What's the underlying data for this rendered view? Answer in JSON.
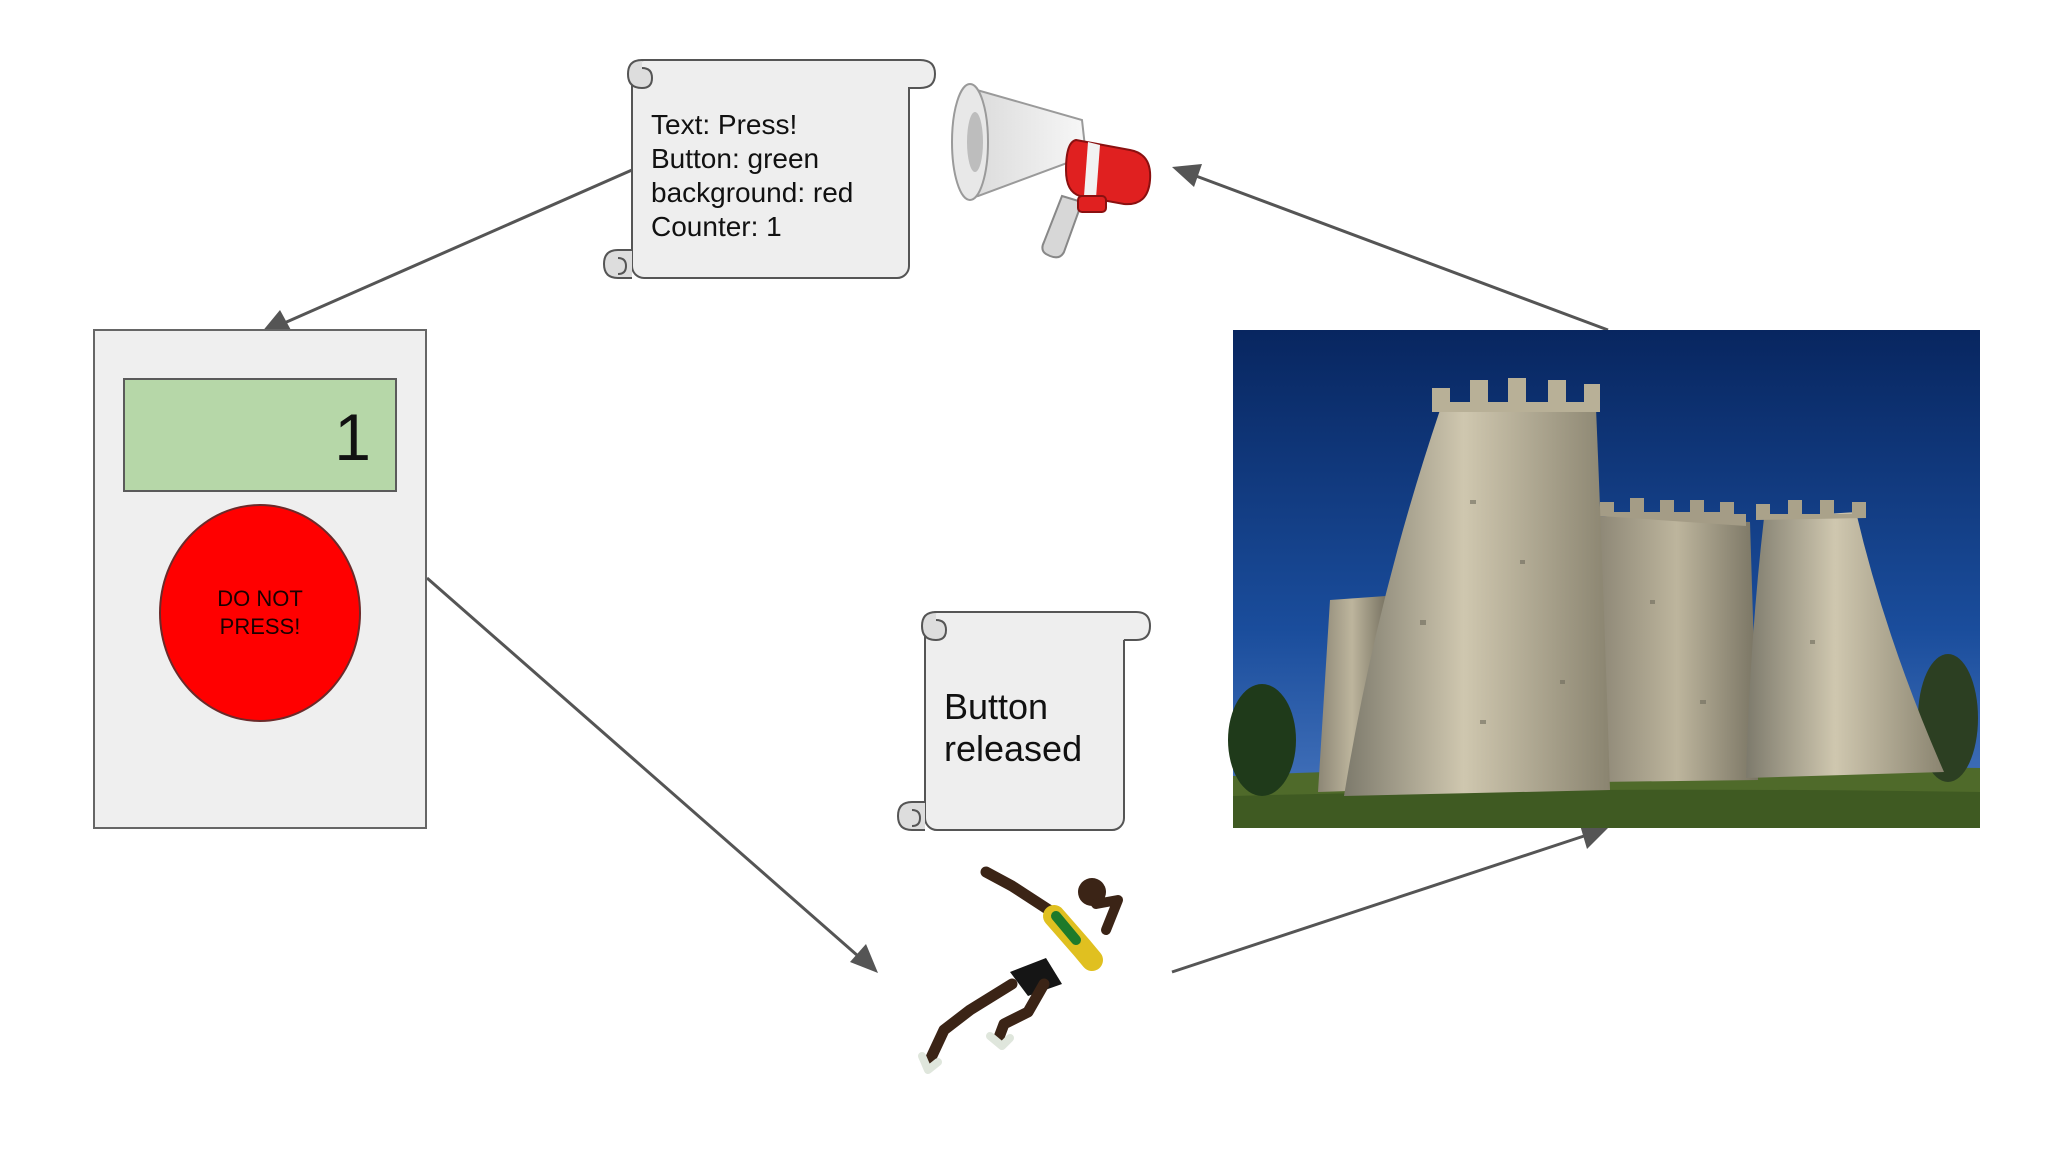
{
  "state_message": {
    "text": "Text: Press!\nButton: green\nbackground: red\nCounter: 1"
  },
  "device": {
    "counter": "1",
    "button_label": "DO NOT\nPRESS!",
    "display_color": "#b6d7a8",
    "button_color": "#ff0000"
  },
  "event_message": {
    "text": "Button\nreleased"
  },
  "icons": {
    "broadcast": "megaphone-icon",
    "runner": "sprinter-icon",
    "store": "castle-icon"
  },
  "colors": {
    "arrow": "#555555",
    "scroll_fill": "#eeeeee",
    "megaphone_red": "#e02020",
    "sky": "#0c2f6e"
  }
}
